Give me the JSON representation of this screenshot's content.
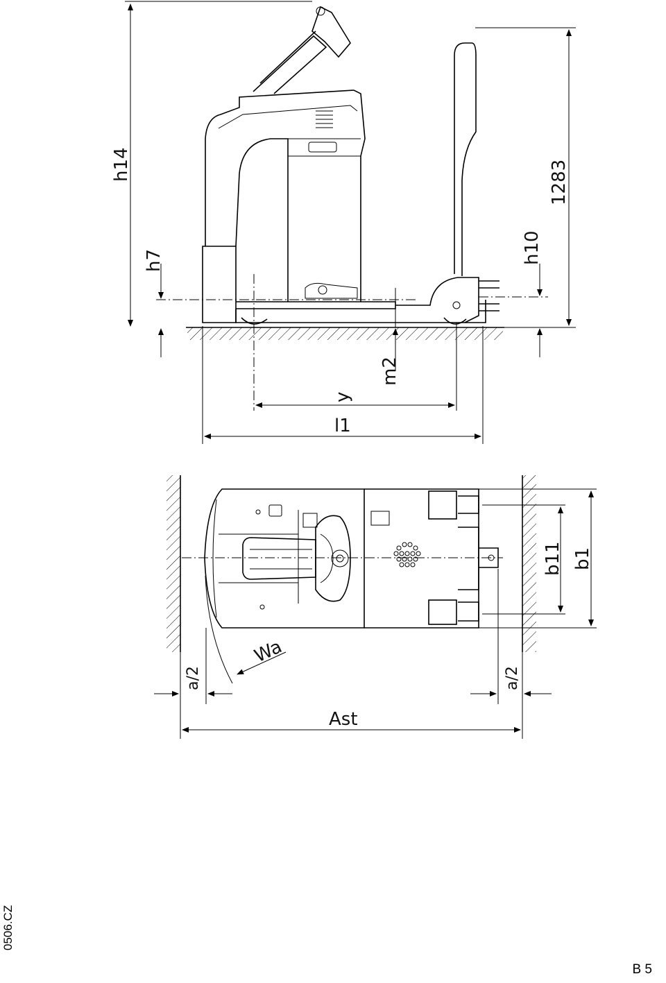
{
  "labels": {
    "h14": "h14",
    "h7": "h7",
    "h10": "h10",
    "dim_1283": "1283",
    "m2": "m2",
    "y": "y",
    "l1": "l1",
    "wa": "Wa",
    "b11": "b11",
    "b1": "b1",
    "a2_left": "a/2",
    "a2_right": "a/2",
    "ast": "Ast"
  },
  "footer": {
    "doc_code": "0506.CZ",
    "page": "B 5"
  }
}
